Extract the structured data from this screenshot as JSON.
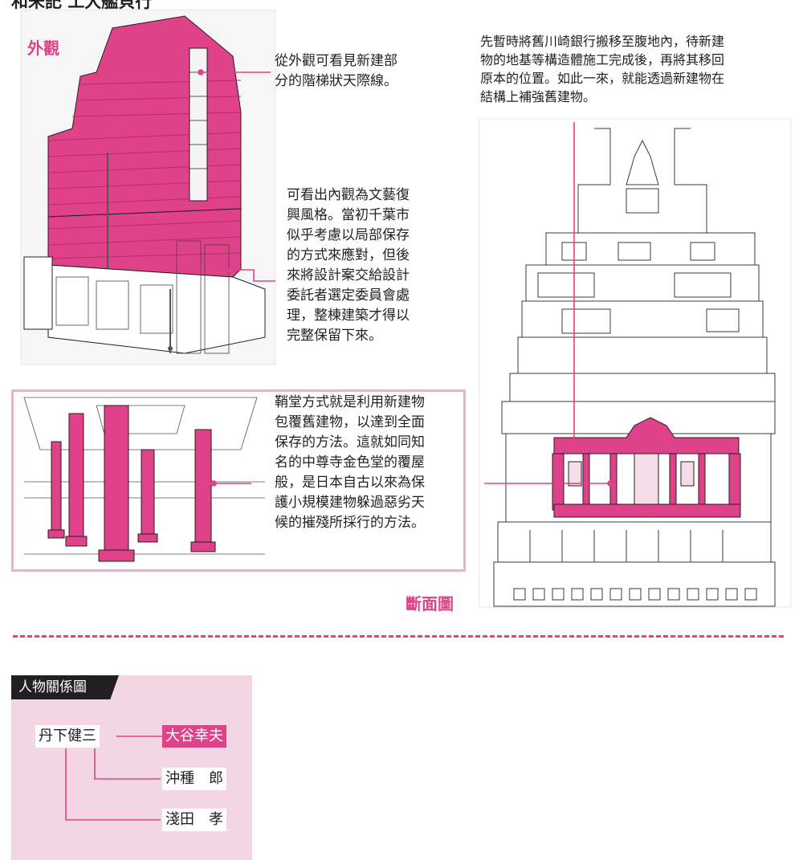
{
  "header": {
    "cut_title": "和未記 工大艦貝行"
  },
  "exterior": {
    "label": "外觀",
    "callout_top": [
      "從外觀可看見新建部",
      "分的階梯狀天際線。"
    ],
    "callout_side": [
      "可看出內觀為文藝復",
      "興風格。當初千葉市",
      "似乎考慮以局部保存",
      "的方式來應對，但後",
      "來將設計案交給設計",
      "委託者選定委員會處",
      "理，整棟建築才得以",
      "完整保留下來。"
    ]
  },
  "section": {
    "label": "斷面圖",
    "callout": [
      "先暫時將舊川崎銀行搬移至腹地內，待新建",
      "物的地基等構造體施工完成後，再將其移回",
      "原本的位置。如此一來，就能透過新建物在",
      "結構上補強舊建物。"
    ]
  },
  "interior": {
    "callout": [
      "鞘堂方式就是利用新建物",
      "包覆舊建物，以達到全面",
      "保存的方法。這就如同知",
      "名的中尊寺金色堂的覆屋",
      "般，是日本自古以來為保",
      "護小規模建物躲過惡劣天",
      "候的摧殘所採行的方法。"
    ]
  },
  "relations": {
    "title": "人物關係圖",
    "root": "丹下健三",
    "children": [
      "大谷幸夫",
      "沖種　郎",
      "淺田　孝"
    ]
  },
  "colors": {
    "accent": "#e0428a",
    "light_pink": "#f6dce8",
    "box_pink": "#f3d5e3",
    "ink": "#231f20"
  }
}
